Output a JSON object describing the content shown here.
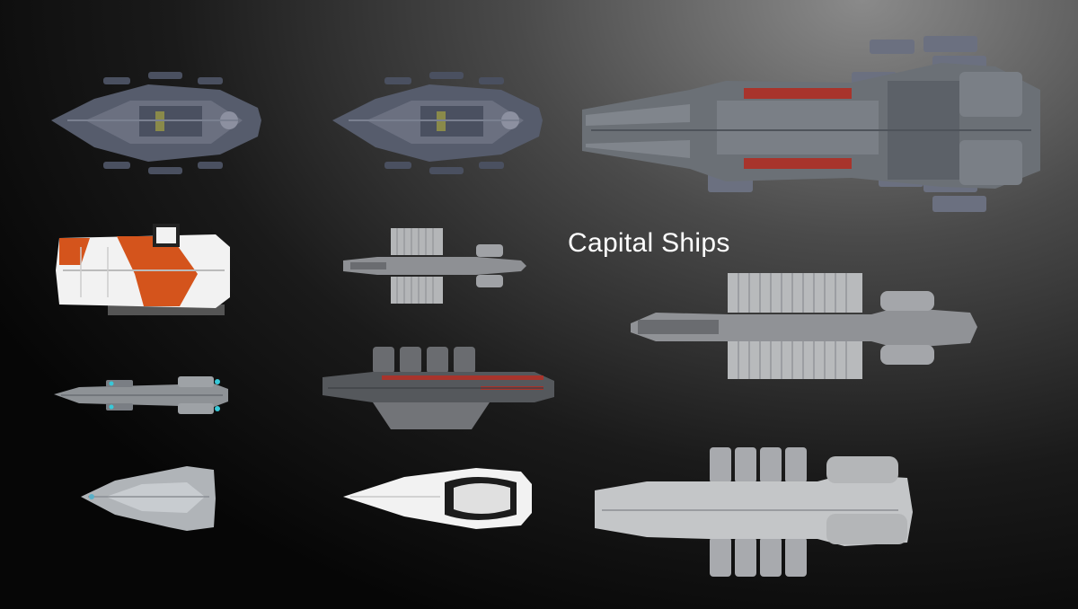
{
  "title": "Capital Ships",
  "colors": {
    "hull_dark": "#4a5060",
    "hull_mid": "#6b7080",
    "hull_grey": "#8a8c90",
    "hull_light": "#cfd0d2",
    "hull_white": "#f2f2f2",
    "accent_orange": "#d4541c",
    "accent_red": "#a8342c",
    "accent_cyan": "#38c8d8"
  },
  "ships": [
    {
      "name": "dark-grey-frigate"
    },
    {
      "name": "dark-grey-frigate-twin"
    },
    {
      "name": "large-grey-battlecruiser"
    },
    {
      "name": "orange-white-hauler"
    },
    {
      "name": "small-container-freighter"
    },
    {
      "name": "large-container-freighter"
    },
    {
      "name": "cyan-lit-corvette"
    },
    {
      "name": "red-striped-carrier"
    },
    {
      "name": "white-arrowhead-ship"
    },
    {
      "name": "white-sleek-ship"
    },
    {
      "name": "grey-cargo-dreadnought"
    }
  ]
}
